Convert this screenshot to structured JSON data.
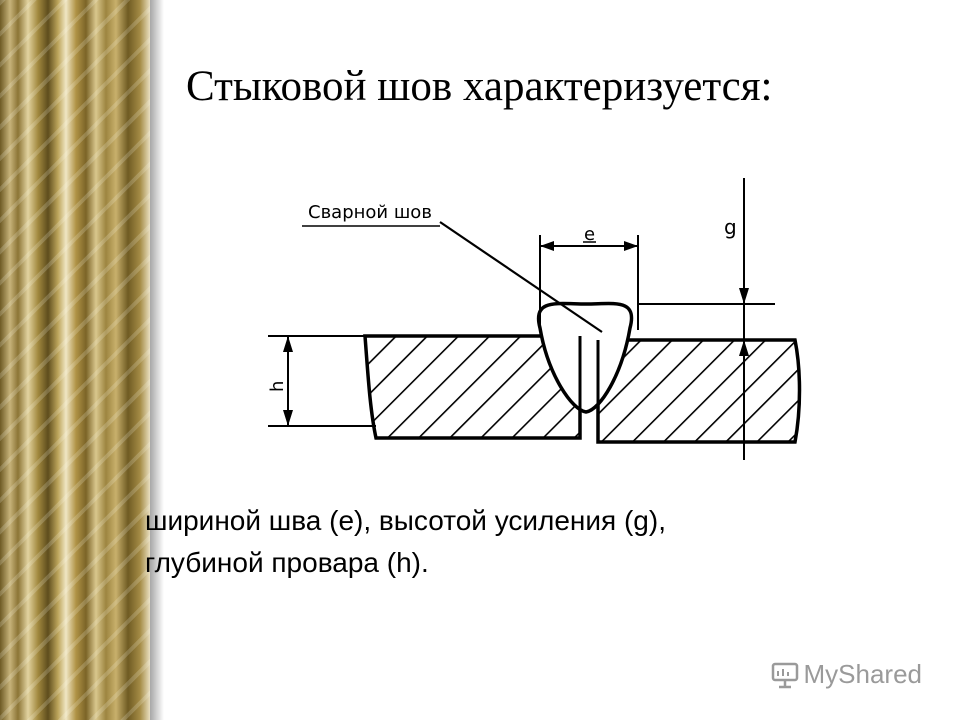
{
  "slide": {
    "title": "Стыковой шов характеризуется:",
    "caption_line1": "шириной шва (е), высотой усиления (g),",
    "caption_line2": "глубиной провара (h)."
  },
  "diagram": {
    "weld_label": "Сварной шов",
    "dim_e": "e",
    "dim_g": "g",
    "dim_h": "h"
  },
  "watermark": {
    "brand": "MyShared"
  }
}
